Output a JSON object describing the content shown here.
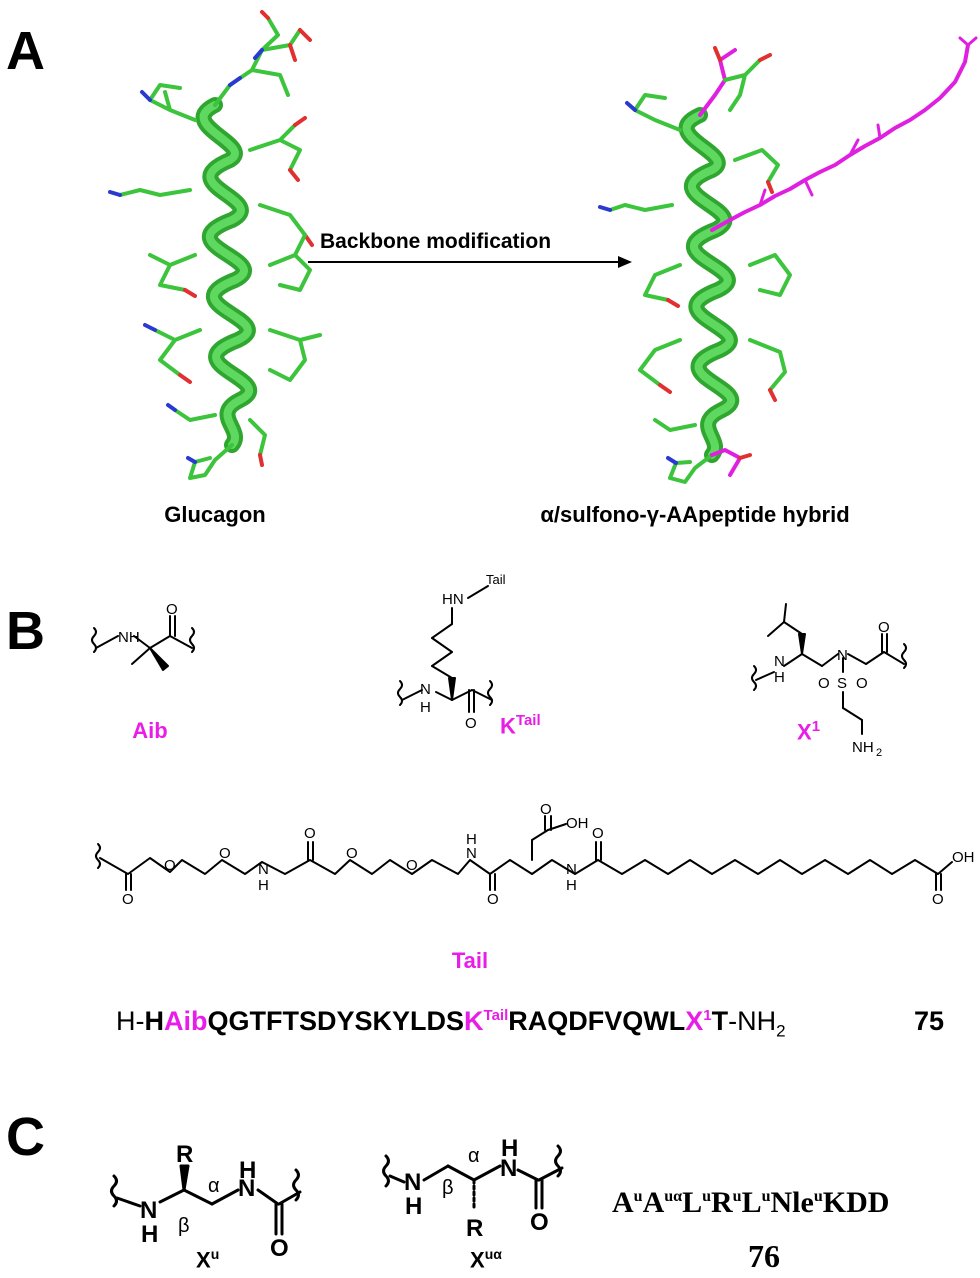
{
  "panels": {
    "a": "A",
    "b": "B",
    "c": "C"
  },
  "panel_a": {
    "left_label": "Glucagon",
    "right_label": "α/sulfono-γ-AApeptide hybrid",
    "arrow_label": "Backbone modification",
    "colors": {
      "helix": "#3cc43c",
      "modification": "#e020e0",
      "nitrogen": "#2a3ad0",
      "oxygen": "#e03030"
    }
  },
  "panel_b": {
    "aib": {
      "label": "Aib",
      "atoms": {
        "nh": "NH",
        "o": "O"
      }
    },
    "ktail": {
      "label_base": "K",
      "label_sup": "Tail",
      "atoms": {
        "hn": "HN",
        "tail": "Tail",
        "n": "N",
        "h": "H",
        "o": "O"
      }
    },
    "x1": {
      "label_base": "X",
      "label_sup": "1",
      "atoms": {
        "n": "N",
        "h": "H",
        "o": "O",
        "s": "S",
        "nh2": "NH",
        "nh2_sub": "2"
      }
    },
    "tail": {
      "label": "Tail",
      "atoms": {
        "o": "O",
        "n": "N",
        "h": "H",
        "oh": "OH"
      }
    },
    "sequence": {
      "prefix": "H-",
      "h": "H",
      "aib": "Aib",
      "seg1": "QGTFTSDYSKYLDS",
      "k": "K",
      "k_sup": "Tail",
      "seg2": "RAQDFVQWL",
      "x": "X",
      "x_sup": "1",
      "t": "T",
      "suffix": "-NH",
      "suffix_sub": "2",
      "compound": "75"
    }
  },
  "panel_c": {
    "xu": {
      "label_base": "X",
      "label_sup": "u",
      "atoms": {
        "r": "R",
        "n": "N",
        "h": "H",
        "beta": "β",
        "alpha": "α",
        "o": "O"
      }
    },
    "xua": {
      "label_base": "X",
      "label_sup": "uα",
      "atoms": {
        "r": "R",
        "n": "N",
        "h": "H",
        "beta": "β",
        "alpha": "α",
        "o": "O"
      }
    },
    "sequence": {
      "p1": "A",
      "s1": "u",
      "p2": "A",
      "s2": "uα",
      "p3": "L",
      "s3": "u",
      "p4": "R",
      "s4": "u",
      "p5": "L",
      "s5": "u",
      "p6": "Nle",
      "s6": "u",
      "p7": "KDD",
      "compound": "76"
    }
  }
}
